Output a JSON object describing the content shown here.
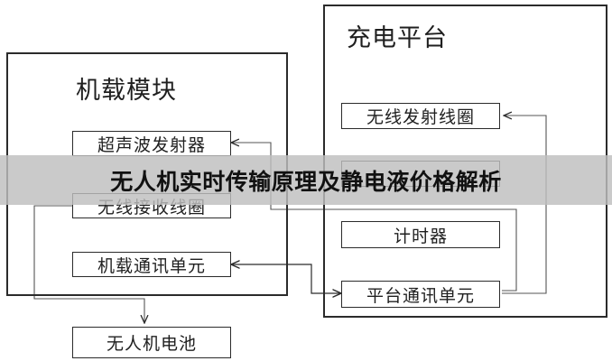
{
  "banner": {
    "title": "无人机实时传输原理及静电液价格解析"
  },
  "drone_module": {
    "title": "机载模块",
    "units": {
      "ultrasonic_transmitter": "超声波发射器",
      "wireless_receive_coil": "无线接收线圈",
      "onboard_comm_unit": "机载通讯单元"
    }
  },
  "charging_platform": {
    "title": "充电平台",
    "units": {
      "wireless_transmit_coil": "无线发射线圈",
      "timer": "计时器",
      "platform_comm_unit": "平台通讯单元"
    }
  },
  "battery": {
    "label": "无人机电池"
  }
}
